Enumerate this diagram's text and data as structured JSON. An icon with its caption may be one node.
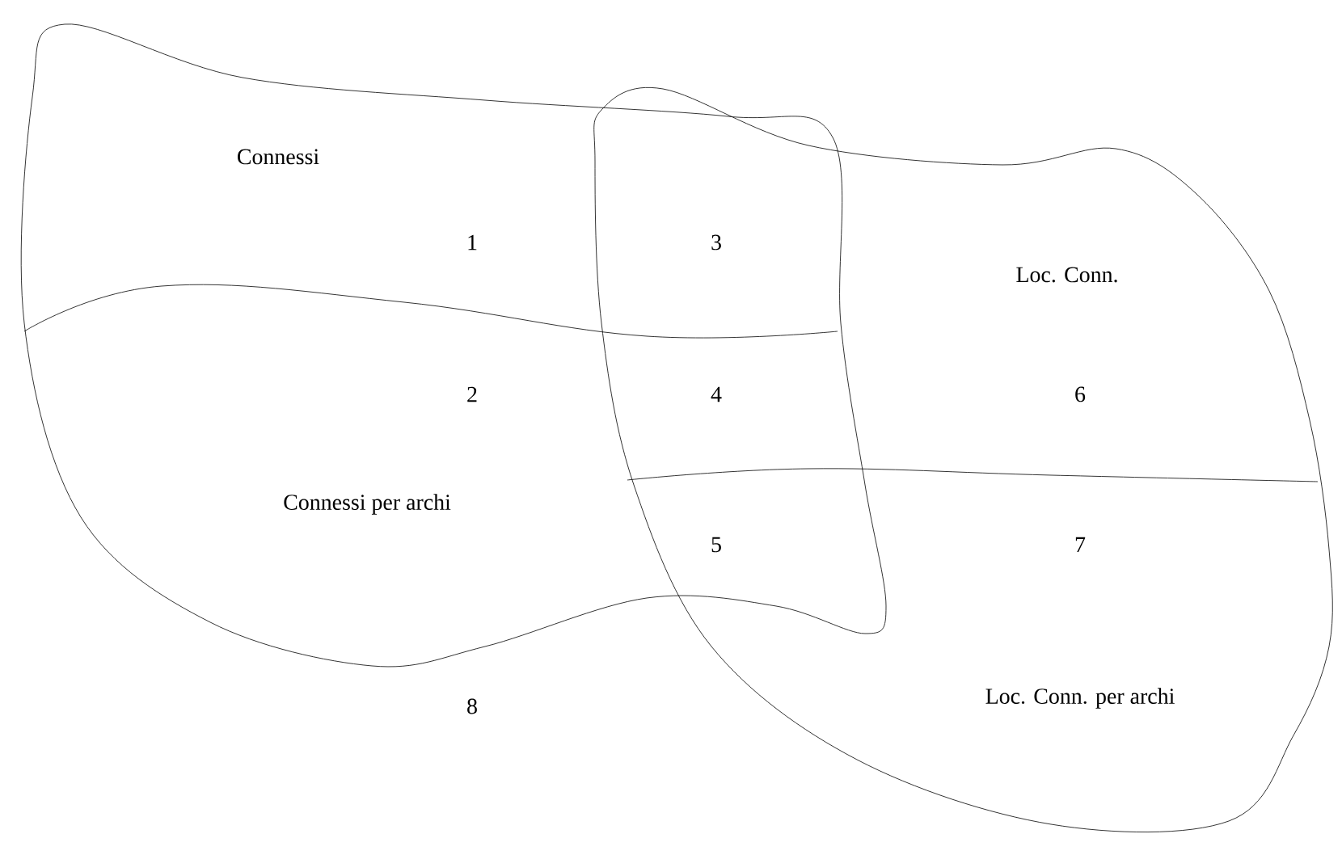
{
  "diagram": {
    "nodes": [
      {
        "text": [
          "Connessi",
          "Connessi per archi"
        ]
      },
      {
        "text": [
          "Loc. Conn.",
          "Loc. Conn. per archi"
        ]
      }
    ],
    "labels": [
      "1",
      "3",
      "2",
      "4",
      "6",
      "5",
      "7",
      "8"
    ]
  }
}
